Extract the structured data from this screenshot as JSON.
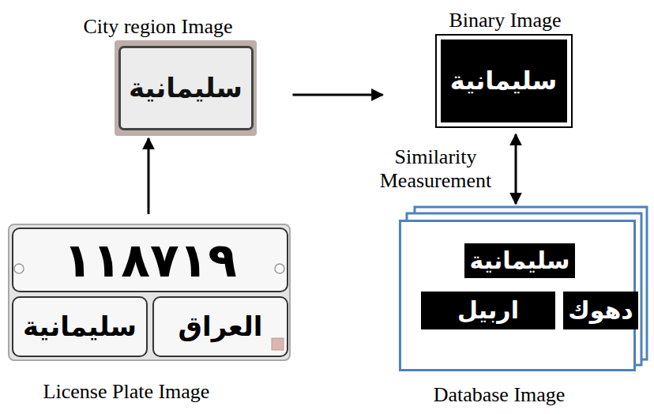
{
  "diagram": {
    "nodes": [
      {
        "text": [
          "City region Image",
          "سليمانية"
        ]
      },
      {
        "text": [
          "Binary Image",
          "سليمانية"
        ]
      },
      {
        "text": [
          "License Plate Image"
        ]
      },
      {
        "text": [
          "١١٨٧١٩"
        ],
        "in": 2
      },
      {
        "text": [
          "سليمانية"
        ],
        "in": 2
      },
      {
        "text": [
          "العراق"
        ],
        "in": 2
      },
      {
        "text": [
          "Database Image"
        ]
      },
      {
        "text": [
          "سليمانية"
        ],
        "in": 6
      },
      {
        "text": [
          "اربيل"
        ],
        "in": 6
      },
      {
        "text": [
          "دهوك"
        ],
        "in": 6
      }
    ],
    "edges": [
      {
        "from": 2,
        "to": 0,
        "arrow": "to"
      },
      {
        "from": 0,
        "to": 1,
        "arrow": "to"
      },
      {
        "from": 1,
        "to": 6,
        "arrow": "both",
        "label": "Similarity Measurement"
      }
    ]
  }
}
